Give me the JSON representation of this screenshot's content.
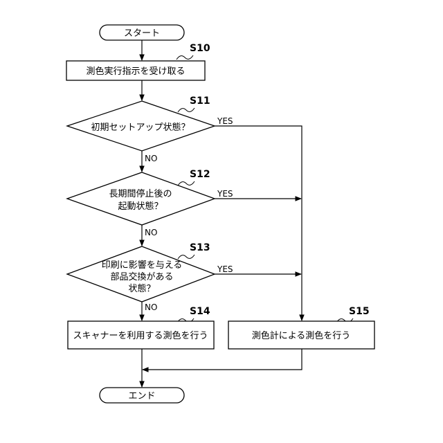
{
  "start": {
    "label": "スタート"
  },
  "end": {
    "label": "エンド"
  },
  "steps": {
    "s10": {
      "id": "S10",
      "text": "測色実行指示を受け取る"
    },
    "s11": {
      "id": "S11",
      "lines": [
        "初期セットアップ状態？"
      ]
    },
    "s12": {
      "id": "S12",
      "lines": [
        "長期間停止後の",
        "起動状態？"
      ]
    },
    "s13": {
      "id": "S13",
      "lines": [
        "印刷に影響を与える",
        "部品交換がある",
        "状態？"
      ]
    },
    "s14": {
      "id": "S14",
      "text": "スキャナーを利用する測色を行う"
    },
    "s15": {
      "id": "S15",
      "text": "測色計による測色を行う"
    }
  },
  "edges": {
    "yes": "YES",
    "no": "NO"
  }
}
